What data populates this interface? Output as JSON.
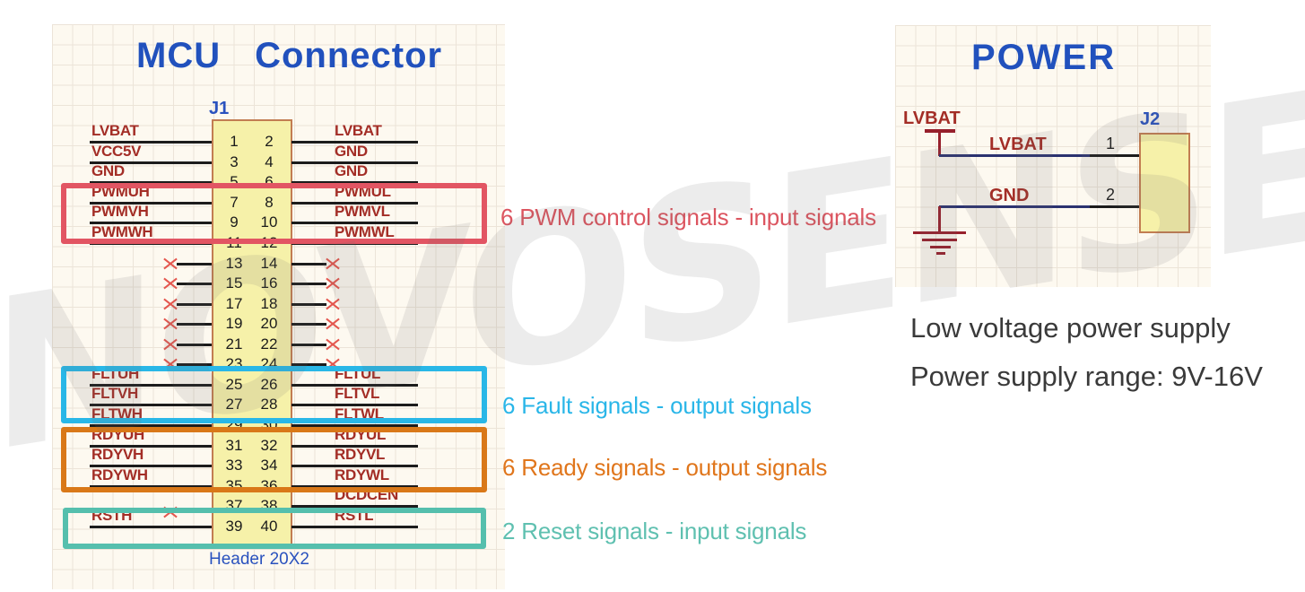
{
  "watermark": "NOVOSENSE",
  "mcu_section": {
    "title_left": "MCU",
    "title_right": "Connector",
    "designator": "J1",
    "footprint": "Header 20X2",
    "rows": [
      {
        "pins": [
          "1",
          "2"
        ],
        "left": "LVBAT",
        "right": "LVBAT"
      },
      {
        "pins": [
          "3",
          "4"
        ],
        "left": "VCC5V",
        "right": "GND"
      },
      {
        "pins": [
          "5",
          "6"
        ],
        "left": "GND",
        "right": "GND"
      },
      {
        "pins": [
          "7",
          "8"
        ],
        "left": "PWMUH",
        "right": "PWMUL"
      },
      {
        "pins": [
          "9",
          "10"
        ],
        "left": "PWMVH",
        "right": "PWMVL"
      },
      {
        "pins": [
          "11",
          "12"
        ],
        "left": "PWMWH",
        "right": "PWMWL"
      },
      {
        "pins": [
          "13",
          "14"
        ],
        "left": null,
        "right": null
      },
      {
        "pins": [
          "15",
          "16"
        ],
        "left": null,
        "right": null
      },
      {
        "pins": [
          "17",
          "18"
        ],
        "left": null,
        "right": null
      },
      {
        "pins": [
          "19",
          "20"
        ],
        "left": null,
        "right": null
      },
      {
        "pins": [
          "21",
          "22"
        ],
        "left": null,
        "right": null
      },
      {
        "pins": [
          "23",
          "24"
        ],
        "left": null,
        "right": null
      },
      {
        "pins": [
          "25",
          "26"
        ],
        "left": "FLTUH",
        "right": "FLTUL"
      },
      {
        "pins": [
          "27",
          "28"
        ],
        "left": "FLTVH",
        "right": "FLTVL"
      },
      {
        "pins": [
          "29",
          "30"
        ],
        "left": "FLTWH",
        "right": "FLTWL"
      },
      {
        "pins": [
          "31",
          "32"
        ],
        "left": "RDYUH",
        "right": "RDYUL"
      },
      {
        "pins": [
          "33",
          "34"
        ],
        "left": "RDYVH",
        "right": "RDYVL"
      },
      {
        "pins": [
          "35",
          "36"
        ],
        "left": "RDYWH",
        "right": "RDYWL"
      },
      {
        "pins": [
          "37",
          "38"
        ],
        "left": null,
        "left_bare": true,
        "right": "DCDCEN"
      },
      {
        "pins": [
          "39",
          "40"
        ],
        "left": "RSTH",
        "right": "RSTL"
      }
    ],
    "groups": [
      {
        "id": "pwm",
        "label": "6 PWM control signals - input signals",
        "box_color": "#e25563",
        "text_color": "#dc5560"
      },
      {
        "id": "fault",
        "label": "6 Fault signals - output signals",
        "box_color": "#29b7e7",
        "text_color": "#2ab6e8"
      },
      {
        "id": "ready",
        "label": "6 Ready signals - output signals",
        "box_color": "#d97818",
        "text_color": "#e0761c"
      },
      {
        "id": "reset",
        "label": "2 Reset signals - input signals",
        "box_color": "#55bfad",
        "text_color": "#5fc0b0"
      }
    ]
  },
  "power_section": {
    "title": "POWER",
    "designator": "J2",
    "flag_label": "LVBAT",
    "net1": {
      "label": "LVBAT",
      "pin": "1"
    },
    "net2": {
      "label": "GND",
      "pin": "2"
    },
    "notes": [
      "Low voltage power supply",
      "Power supply range: 9V-16V"
    ]
  },
  "colors": {
    "title_blue": "#2151bd",
    "net_label_red": "#a32d26",
    "wire_black": "#1c1c1c",
    "wire_navy": "#2b3270",
    "symbol_maroon": "#97202c",
    "part_fill_yellow": "#f6f1a9",
    "part_border_brown": "#c27d52",
    "no_connect_red": "#e4564e"
  }
}
